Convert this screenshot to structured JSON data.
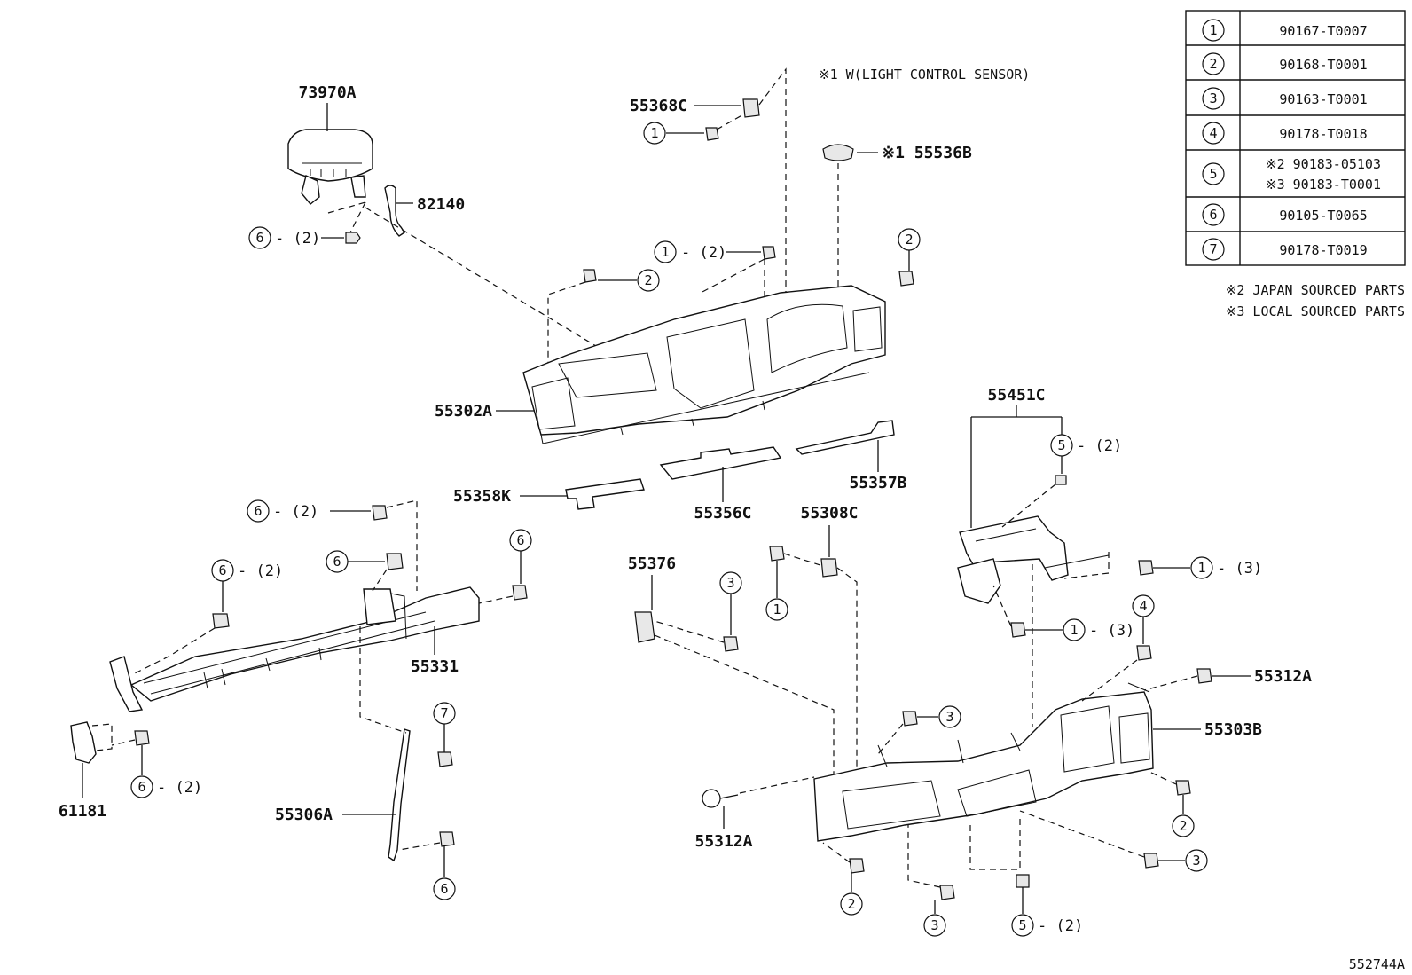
{
  "legend": {
    "rows": [
      {
        "num": "1",
        "codes": [
          "90167-T0007"
        ]
      },
      {
        "num": "2",
        "codes": [
          "90168-T0001"
        ]
      },
      {
        "num": "3",
        "codes": [
          "90163-T0001"
        ]
      },
      {
        "num": "4",
        "codes": [
          "90178-T0018"
        ]
      },
      {
        "num": "5",
        "codes": [
          "※2 90183-05103",
          "※3 90183-T0001"
        ]
      },
      {
        "num": "6",
        "codes": [
          "90105-T0065"
        ]
      },
      {
        "num": "7",
        "codes": [
          "90178-T0019"
        ]
      }
    ],
    "notes": [
      "※2 JAPAN SOURCED PARTS",
      "※3 LOCAL SOURCED PARTS"
    ]
  },
  "note_light_sensor": "※1  W(LIGHT CONTROL SENSOR)",
  "parts": {
    "p73970A": "73970A",
    "p82140": "82140",
    "p55368C": "55368C",
    "p55536B": "※1 55536B",
    "p55302A": "55302A",
    "p55358K": "55358K",
    "p55356C": "55356C",
    "p55357B": "55357B",
    "p55451C": "55451C",
    "p55308C": "55308C",
    "p55376": "55376",
    "p55331": "55331",
    "p55312A_right": "55312A",
    "p55303B": "55303B",
    "p55312A_bottom": "55312A",
    "p61181": "61181",
    "p55306A": "55306A"
  },
  "callouts": {
    "c_6_airbag": {
      "num": "6",
      "qty": "- (2)"
    },
    "c_1_55368C": {
      "num": "1"
    },
    "c_1_upper": {
      "num": "1",
      "qty": "- (2)"
    },
    "c_2_upper_left": {
      "num": "2"
    },
    "c_2_upper_right": {
      "num": "2"
    },
    "c_6_beam_top": {
      "num": "6",
      "qty": "- (2)"
    },
    "c_6_beam_mid": {
      "num": "6"
    },
    "c_6_beam_left": {
      "num": "6",
      "qty": "- (2)"
    },
    "c_6_beam_right": {
      "num": "6"
    },
    "c_5_55451C": {
      "num": "5",
      "qty": "- (2)"
    },
    "c_1_55451C_right": {
      "num": "1",
      "qty": "- (3)"
    },
    "c_1_55451C_lower": {
      "num": "1",
      "qty": "- (3)"
    },
    "c_4_lower": {
      "num": "4"
    },
    "c_3_55376": {
      "num": "3"
    },
    "c_1_55308C": {
      "num": "1"
    },
    "c_3_lower_mid": {
      "num": "3"
    },
    "c_7_brace": {
      "num": "7"
    },
    "c_6_61181": {
      "num": "6",
      "qty": "- (2)"
    },
    "c_6_brace": {
      "num": "6"
    },
    "c_2_lower_left": {
      "num": "2"
    },
    "c_3_lower_bottom": {
      "num": "3"
    },
    "c_5_lower": {
      "num": "5",
      "qty": "- (2)"
    },
    "c_2_lower_right": {
      "num": "2"
    },
    "c_3_lower_right": {
      "num": "3"
    }
  },
  "figure_id": "552744A"
}
